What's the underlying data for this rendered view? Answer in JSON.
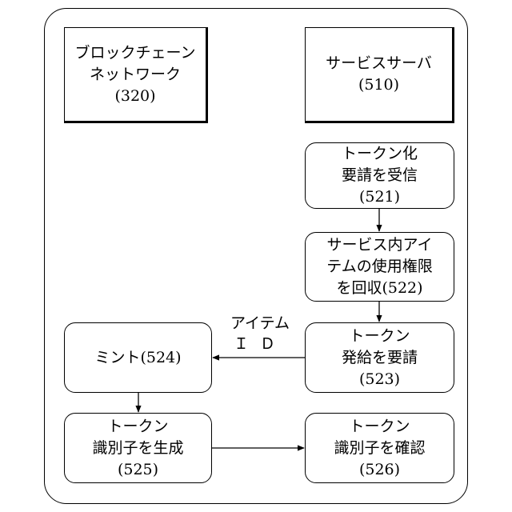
{
  "nodes": {
    "blockchain": {
      "lines": [
        "ブロックチェーン",
        "ネットワーク",
        "(320)"
      ]
    },
    "service_server": {
      "lines": [
        "サービスサーバ",
        "(510)"
      ]
    },
    "n521": {
      "lines": [
        "トークン化",
        "要請を受信",
        "(521)"
      ]
    },
    "n522": {
      "lines": [
        "サービス内アイ",
        "テムの使用権限",
        "を回収(522)"
      ]
    },
    "n523": {
      "lines": [
        "トークン",
        "発給を要請",
        "(523)"
      ]
    },
    "n524": {
      "lines": [
        "ミント(524)"
      ]
    },
    "n525": {
      "lines": [
        "トークン",
        "識別子を生成",
        "(525)"
      ]
    },
    "n526": {
      "lines": [
        "トークン",
        "識別子を確認",
        "(526)"
      ]
    }
  },
  "edge_labels": {
    "item_id_line1": "アイテム",
    "item_id_line2": "ＩＤ"
  }
}
